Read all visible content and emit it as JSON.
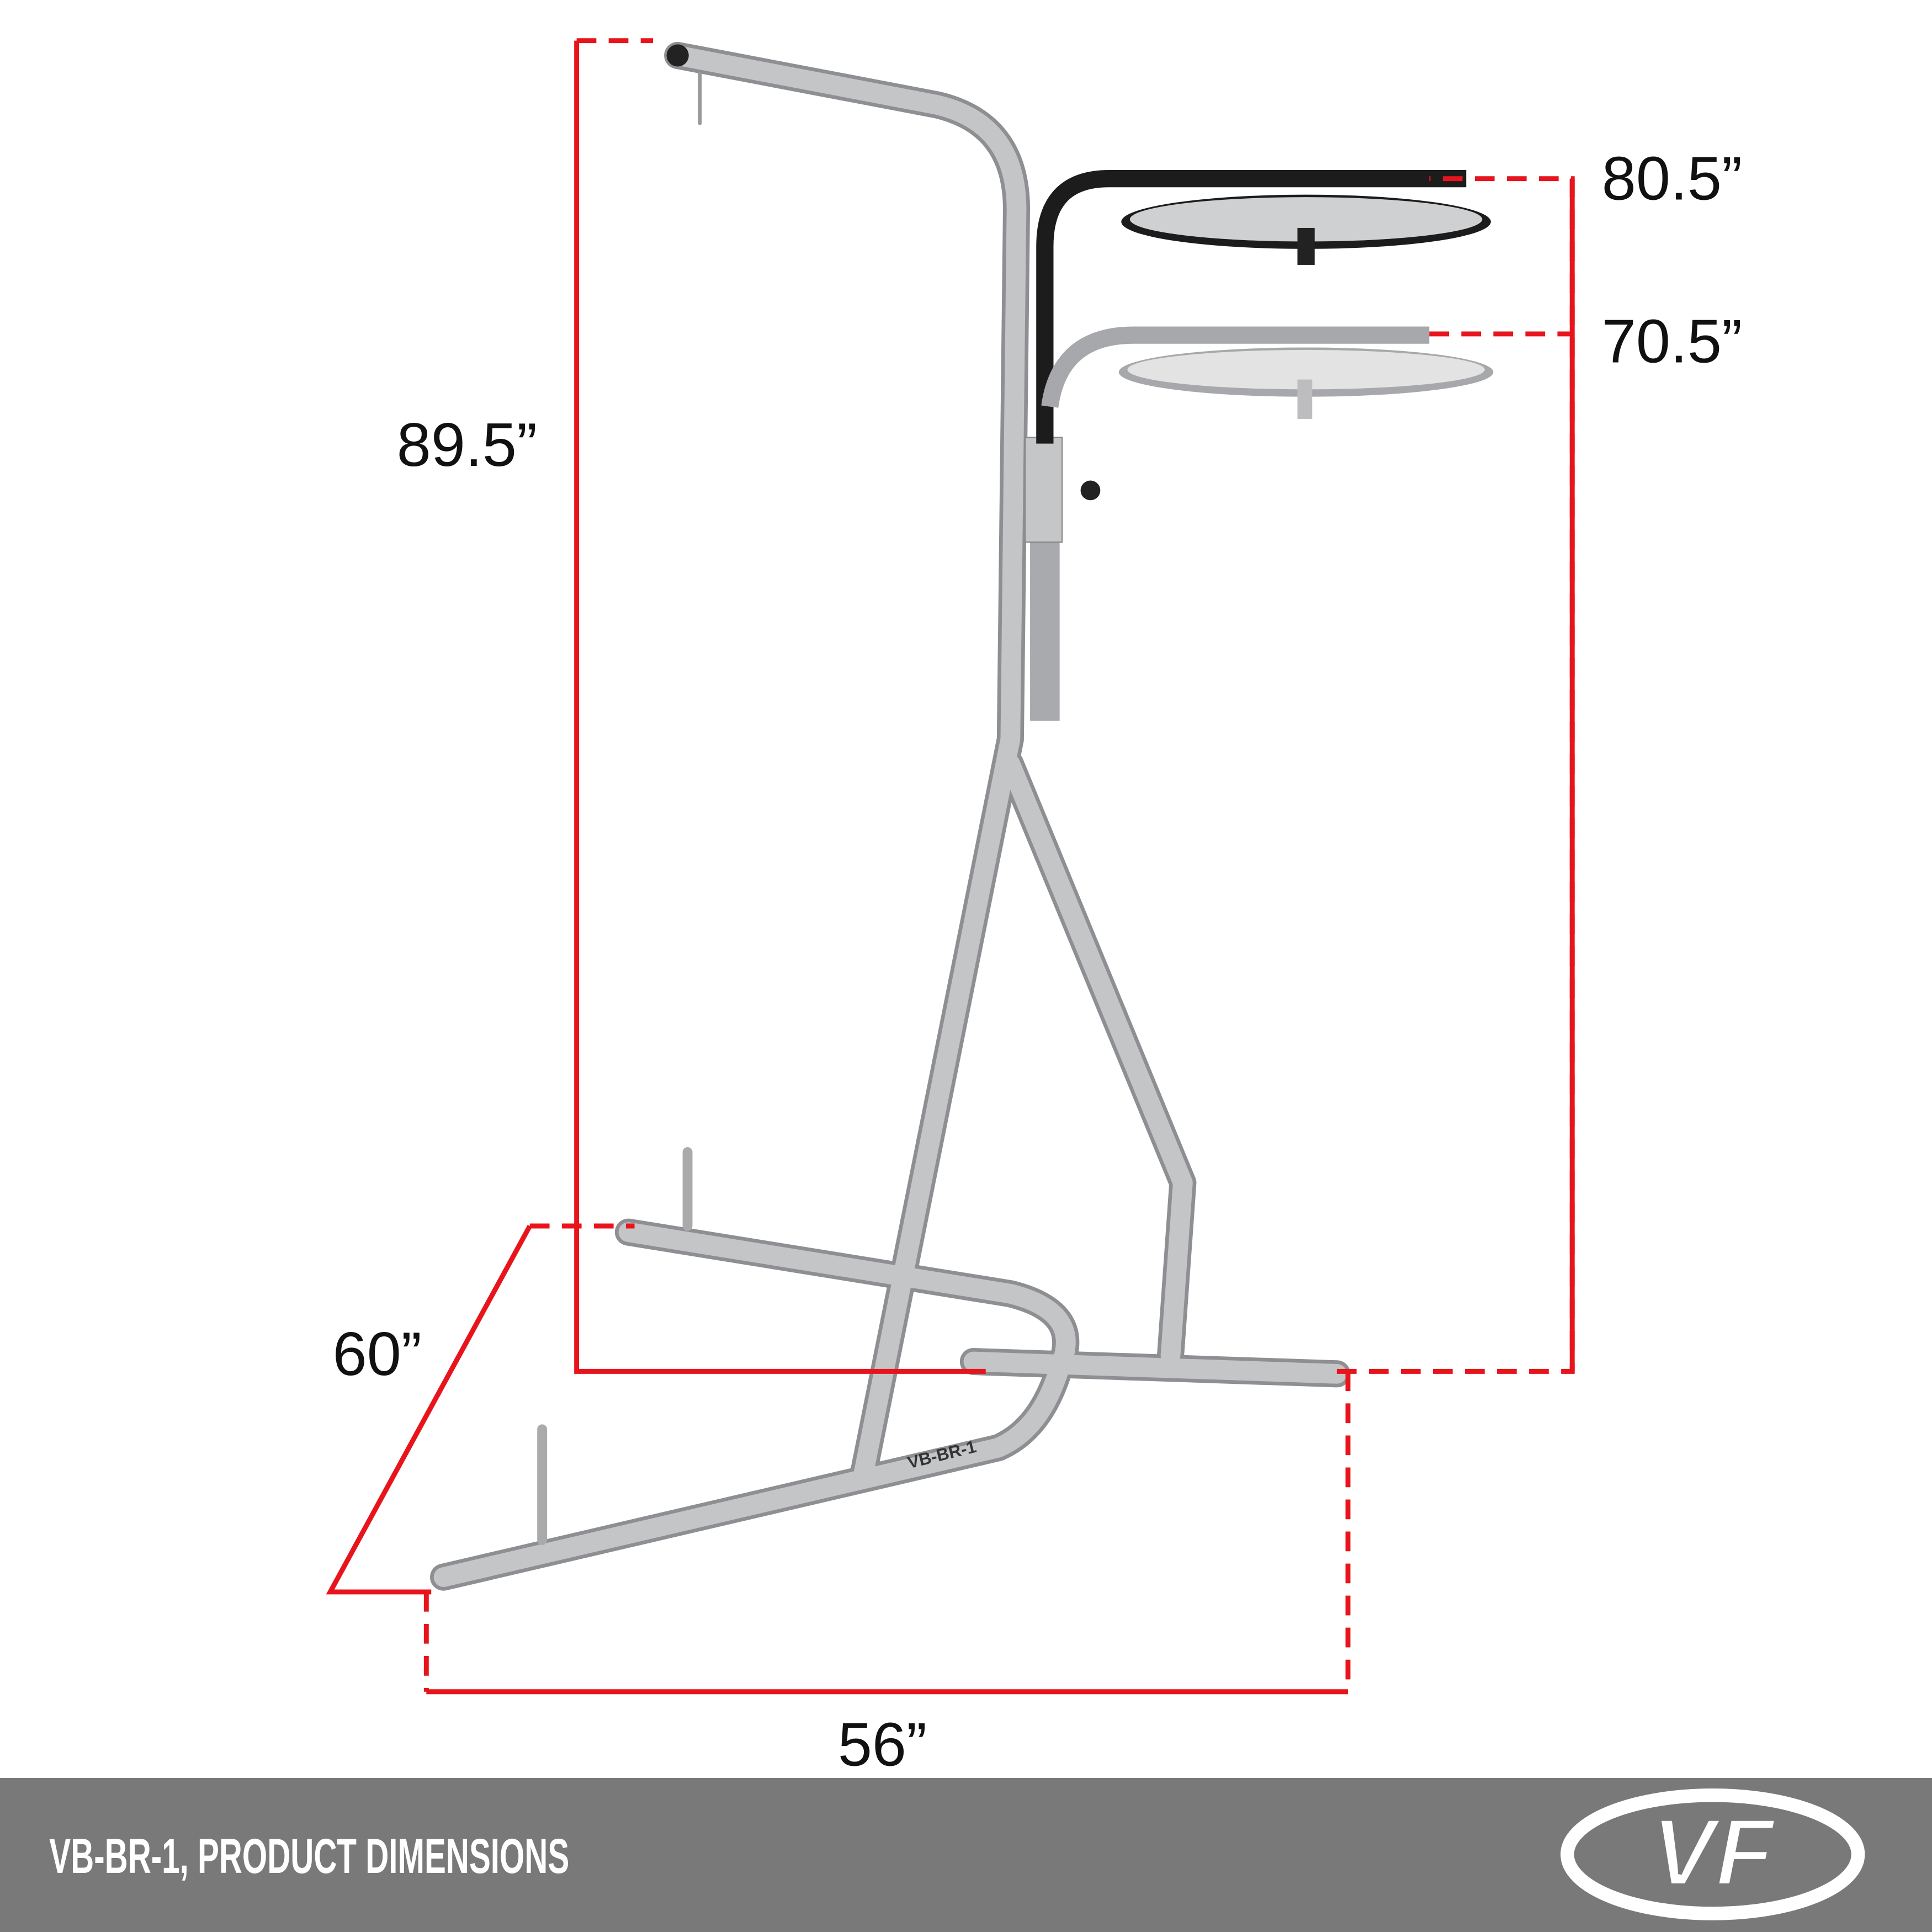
{
  "dimensions": {
    "total_height": "89.5”",
    "top_platform_height": "80.5”",
    "lower_platform_height": "70.5”",
    "base_depth": "60”",
    "base_width": "56”"
  },
  "product_labels": {
    "frame_model_text": "VB-BR-1"
  },
  "footer": {
    "title": "VB-BR-1, PRODUCT DIMENSIONS",
    "logo_text": "VF"
  },
  "colors": {
    "dimension_line": "#e8141c",
    "footer_bg": "#797979",
    "frame": "#b9babc"
  }
}
